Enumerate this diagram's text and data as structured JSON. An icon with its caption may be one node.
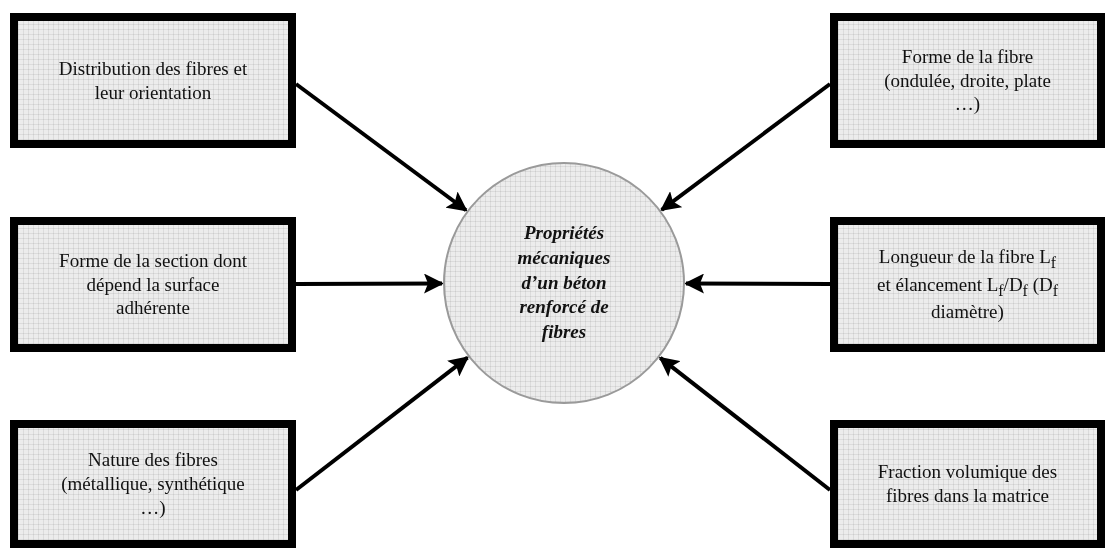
{
  "diagram": {
    "nodes": [
      {
        "text": [
          "Distribution des fibres et leur orientation"
        ]
      },
      {
        "text": [
          "Forme de la fibre (ondulée, droite, plate …)"
        ]
      },
      {
        "text": [
          "Forme de la section dont dépend la surface adhérente"
        ]
      },
      {
        "text": [
          "Propriétés mécaniques d’un béton renforcé de fibres"
        ]
      },
      {
        "text": [
          "Longueur de la fibre L$_{f}$ et élancement L$_{f}$/D$_{f}$ (D$_{f}$ diamètre)"
        ]
      },
      {
        "text": [
          "Nature des fibres (métallique, synthétique …)"
        ]
      },
      {
        "text": [
          "Fraction volumique des fibres dans la matrice"
        ]
      }
    ],
    "edges": [
      {
        "from": 0,
        "to": 3,
        "arrow": "to"
      },
      {
        "from": 1,
        "to": 3,
        "arrow": "to"
      },
      {
        "from": 2,
        "to": 3,
        "arrow": "to"
      },
      {
        "from": 4,
        "to": 3,
        "arrow": "to"
      },
      {
        "from": 5,
        "to": 3,
        "arrow": "to"
      },
      {
        "from": 6,
        "to": 3,
        "arrow": "to"
      }
    ]
  }
}
